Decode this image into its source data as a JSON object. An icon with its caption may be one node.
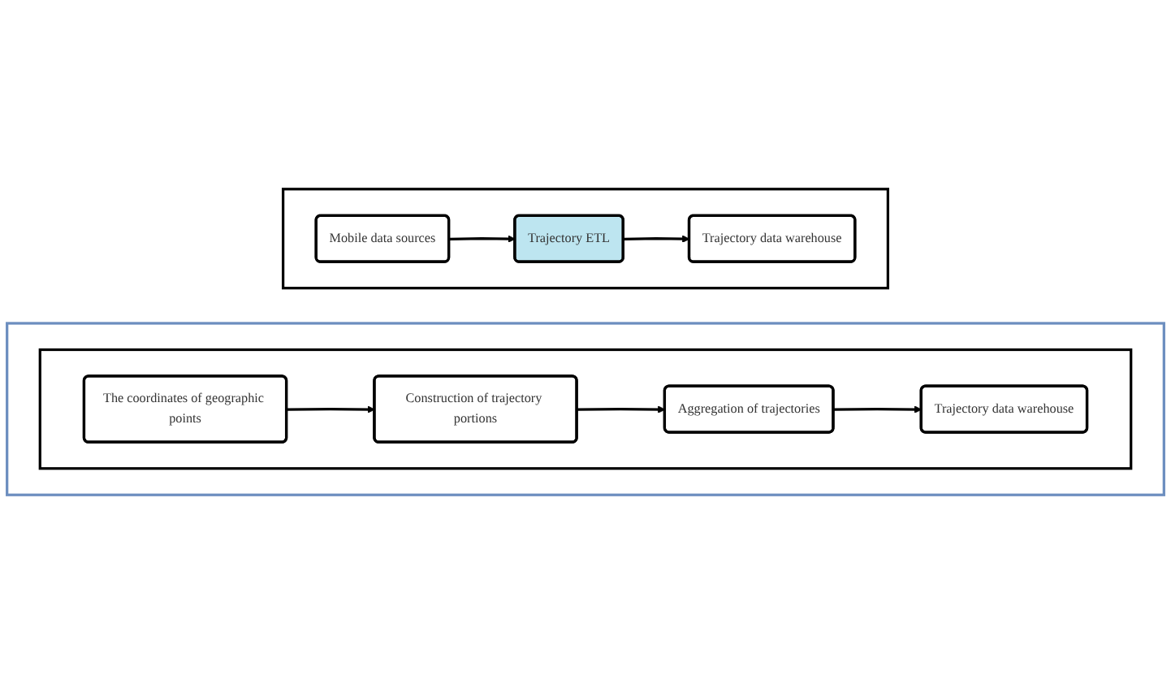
{
  "diagram": {
    "nodes": [
      {
        "text": [],
        "shape": "box"
      },
      {
        "text": [
          "Mobile data sources"
        ],
        "in": 0
      },
      {
        "text": [
          "Trajectory ETL"
        ],
        "in": 0
      },
      {
        "text": [
          "Trajectory data warehouse"
        ],
        "in": 0
      },
      {
        "text": [],
        "shape": "box"
      },
      {
        "text": [],
        "shape": "box",
        "in": 4
      },
      {
        "text": [
          "The coordinates of geographic points"
        ],
        "in": 5
      },
      {
        "text": [
          "Construction of trajectory portions"
        ],
        "in": 5
      },
      {
        "text": [
          "Aggregation of trajectories"
        ],
        "in": 5
      },
      {
        "text": [
          "Trajectory data warehouse"
        ],
        "in": 5
      }
    ],
    "edges": [
      {
        "from": 1,
        "to": 2,
        "arrow": "to"
      },
      {
        "from": 2,
        "to": 3,
        "arrow": "to"
      },
      {
        "from": 6,
        "to": 7,
        "arrow": "to"
      },
      {
        "from": 7,
        "to": 8,
        "arrow": "to"
      },
      {
        "from": 8,
        "to": 9,
        "arrow": "to"
      }
    ]
  }
}
